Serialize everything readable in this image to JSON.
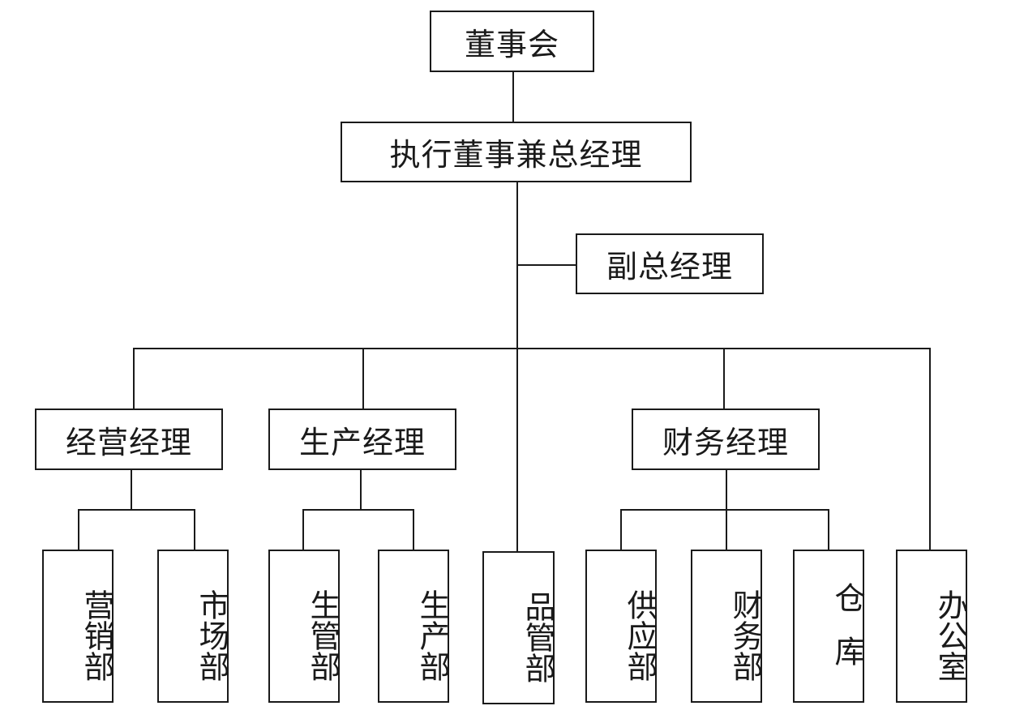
{
  "org_chart": {
    "board": "董事会",
    "executive": "执行董事兼总经理",
    "deputy": "副总经理",
    "managers": {
      "operations": "经营经理",
      "production": "生产经理",
      "finance": "财务经理"
    },
    "departments": {
      "sales": "营销部",
      "market": "市场部",
      "production_mgmt": "生管部",
      "production": "生产部",
      "quality": "品管部",
      "supply": "供应部",
      "finance": "财务部",
      "warehouse": "仓库",
      "office": "办公室"
    }
  }
}
